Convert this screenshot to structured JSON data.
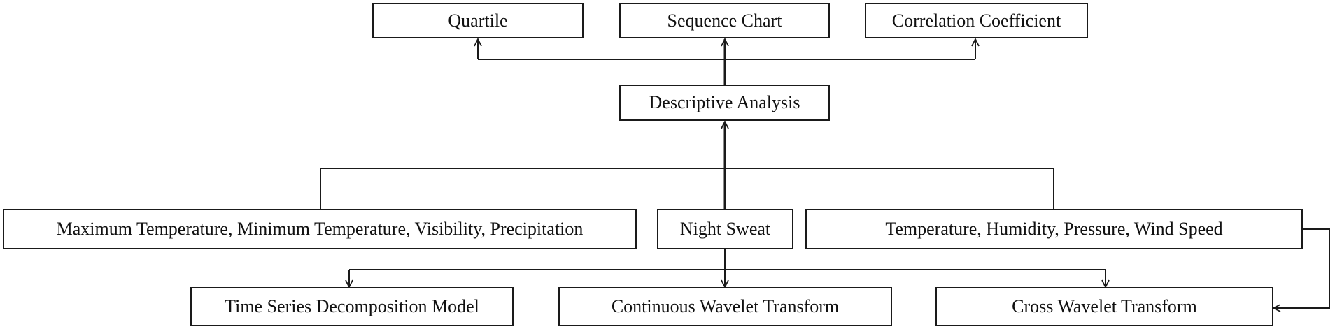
{
  "nodes": {
    "quartile": "Quartile",
    "sequence_chart": "Sequence Chart",
    "correlation_coefficient": "Correlation Coefficient",
    "descriptive_analysis": "Descriptive Analysis",
    "max_min_vis_precip": "Maximum Temperature, Minimum Temperature, Visibility, Precipitation",
    "night_sweat": "Night Sweat",
    "temp_hum_press_wind": "Temperature, Humidity, Pressure, Wind Speed",
    "time_series_decomposition": "Time Series Decomposition Model",
    "continuous_wavelet": "Continuous Wavelet Transform",
    "cross_wavelet": "Cross Wavelet Transform"
  },
  "colors": {
    "line": "#1a1a1a",
    "text": "#111111",
    "box_fill": "#ffffff"
  }
}
